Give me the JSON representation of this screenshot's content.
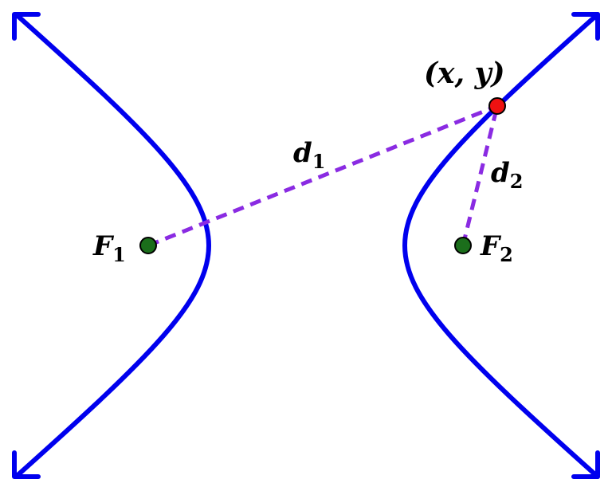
{
  "labels": {
    "point": "(x, y)",
    "d1_main": "d",
    "d1_sub": "1",
    "d2_main": "d",
    "d2_sub": "2",
    "f1_main": "F",
    "f1_sub": "1",
    "f2_main": "F",
    "f2_sub": "2"
  },
  "colors": {
    "curve": "#0000ee",
    "distance_line": "#8a2be2",
    "focus_fill": "#1b6e1b",
    "point_fill": "#ee1111",
    "outline": "#000000"
  },
  "icons": {
    "branch_end": "arrowhead-icon"
  }
}
